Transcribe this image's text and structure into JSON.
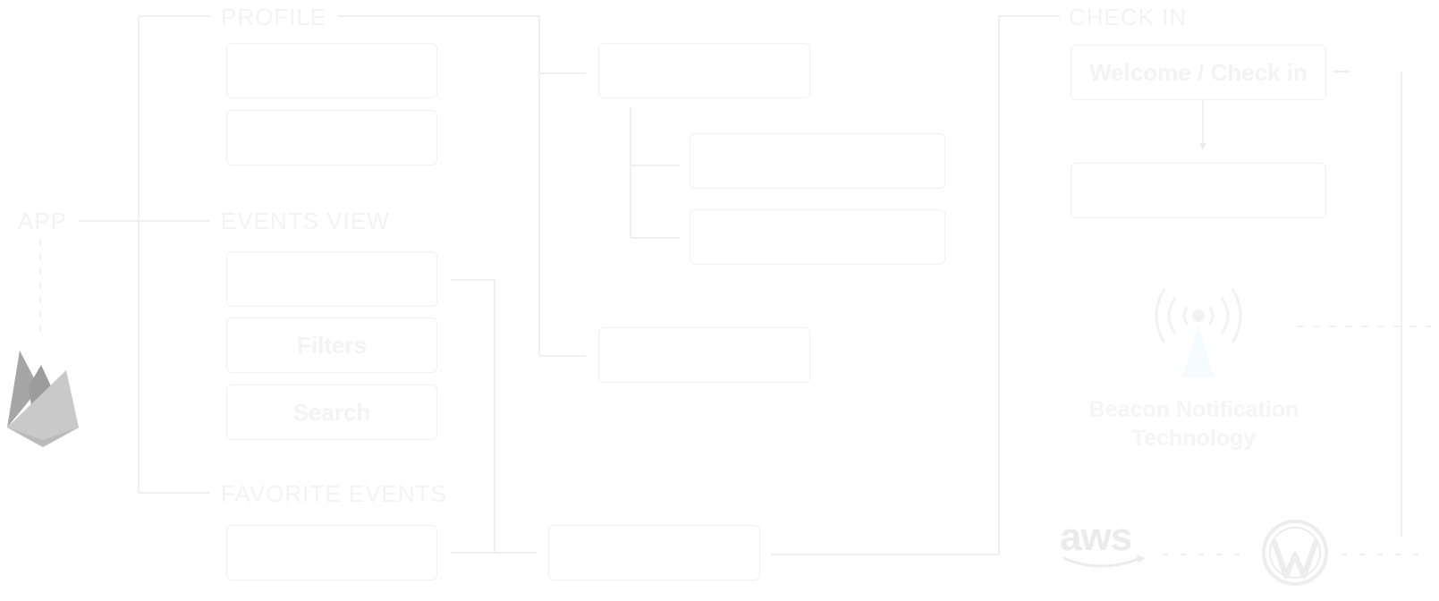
{
  "sections": {
    "app": "APP",
    "profile": "PROFILE",
    "events_view": "EVENTS VIEW",
    "favorite_events": "FAVORITE EVENTS",
    "check_in": "CHECK IN"
  },
  "boxes": {
    "filters": "Filters",
    "search": "Search",
    "welcome_check_in": "Welcome / Check in"
  },
  "beacon": {
    "caption": "Beacon Notification Technology",
    "icon": "beacon-broadcast-icon"
  },
  "logos": {
    "firebase": "firebase-icon",
    "aws": "aws",
    "wordpress": "wordpress-icon"
  },
  "colors": {
    "line": "#ececec",
    "box_border": "#f1f1f1",
    "text": "#f3f3f3",
    "firebase_gray": "#b9b9b9"
  }
}
